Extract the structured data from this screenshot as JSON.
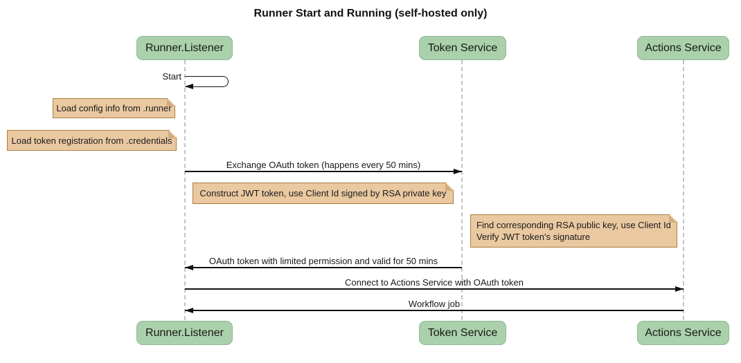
{
  "title": "Runner Start and Running (self-hosted only)",
  "diagram_type": "sequence-diagram",
  "colors": {
    "participant_fill": "#aad1ab",
    "participant_border": "#8fb890",
    "note_fill": "#eac9a1",
    "note_border": "#aa7d3e",
    "lifeline": "#c4c4c4",
    "message_line": "#111111",
    "background": "#ffffff"
  },
  "participants": [
    {
      "name": "Runner.Listener"
    },
    {
      "name": "Token Service"
    },
    {
      "name": "Actions Service"
    }
  ],
  "self_message": {
    "label": "Start",
    "participant": "Runner.Listener"
  },
  "messages": [
    {
      "label": "Exchange OAuth token (happens every 50 mins)",
      "from": "Runner.Listener",
      "to": "Token Service"
    },
    {
      "label": "OAuth token with limited permission and valid for 50 mins",
      "from": "Token Service",
      "to": "Runner.Listener"
    },
    {
      "label": "Connect to Actions Service with OAuth token",
      "from": "Runner.Listener",
      "to": "Actions Service"
    },
    {
      "label": "Workflow job",
      "from": "Actions Service",
      "to": "Runner.Listener"
    }
  ],
  "notes": [
    {
      "text": "Load config info from .runner",
      "near": "Runner.Listener"
    },
    {
      "text": "Load token registration from .credentials",
      "near": "Runner.Listener"
    },
    {
      "text": "Construct JWT token, use Client Id signed by RSA private key",
      "near": "Token Service"
    },
    {
      "line1": "Find corresponding RSA public key, use Client Id",
      "line2": "Verify JWT token's signature",
      "near": "Actions Service"
    }
  ]
}
